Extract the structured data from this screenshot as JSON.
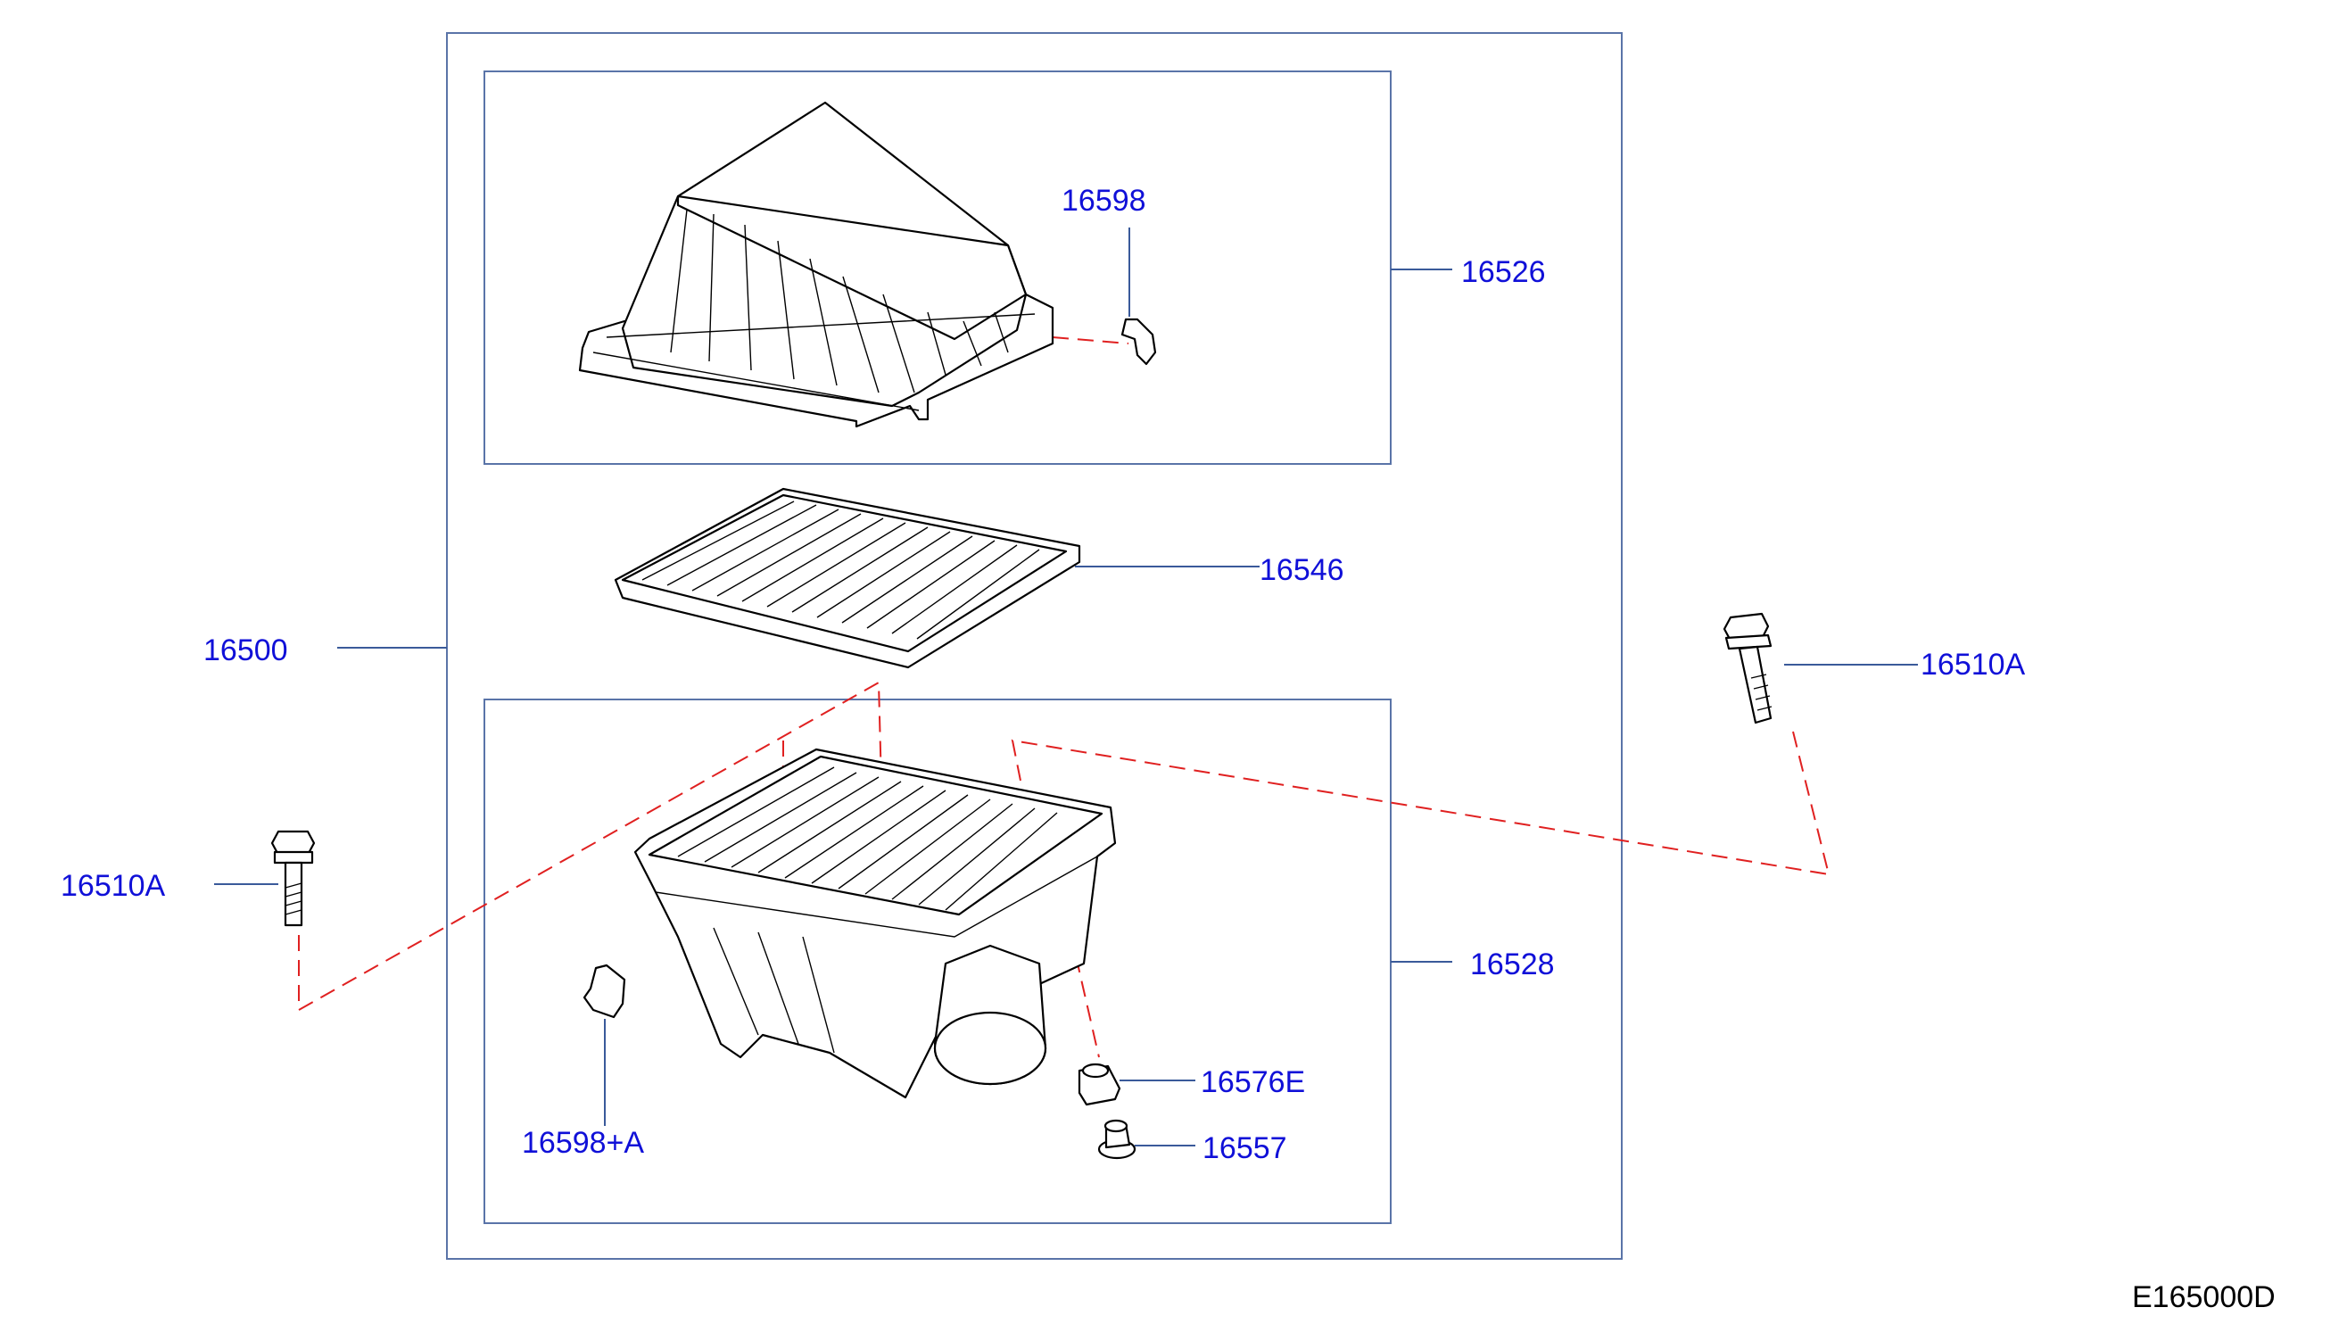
{
  "labels": {
    "assembly": "16500",
    "cover_upper": "16526",
    "clip_upper": "16598",
    "filter_element": "16546",
    "body_lower": "16528",
    "clip_lower": "16598+A",
    "bolt_left": "16510A",
    "bolt_right": "16510A",
    "grommet": "16576E",
    "bushing": "16557"
  },
  "reference_code": "E165000D",
  "colors": {
    "label": "#1010d8",
    "frame": "#5a74a8",
    "dash": "#e02020",
    "line": "#000000"
  }
}
